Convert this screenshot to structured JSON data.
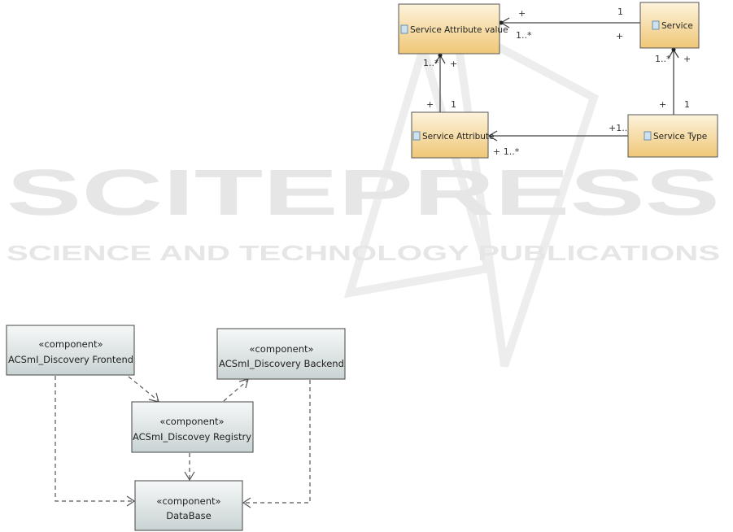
{
  "watermark": {
    "title": "SCITEPRESS",
    "subtitle": "SCIENCE AND TECHNOLOGY PUBLICATIONS"
  },
  "class_diagram": {
    "classes": {
      "service_attribute_value": "Service Attribute value",
      "service": "Service",
      "service_attribute": "Service Attribute",
      "service_type": "Service Type"
    },
    "associations": {
      "service_to_sav": {
        "sav_role": "+",
        "sav_mult": "1..*",
        "service_mult": "1",
        "service_role": "+"
      },
      "sa_to_sav": {
        "sav_mult": "1..*",
        "sav_role": "+",
        "sa_role": "+",
        "sa_mult": "1"
      },
      "st_to_service": {
        "service_mult": "1..*",
        "service_role": "+",
        "st_role": "+",
        "st_mult": "1"
      },
      "st_to_sa": {
        "st_end": "+1..*",
        "sa_end": "+ 1..*"
      }
    }
  },
  "component_diagram": {
    "stereotype": "«component»",
    "components": {
      "frontend": "ACSmI_Discovery Frontend",
      "backend": "ACSmI_Discovery Backend",
      "registry": "ACSmI_Discovey Registry",
      "database": "DataBase"
    }
  }
}
